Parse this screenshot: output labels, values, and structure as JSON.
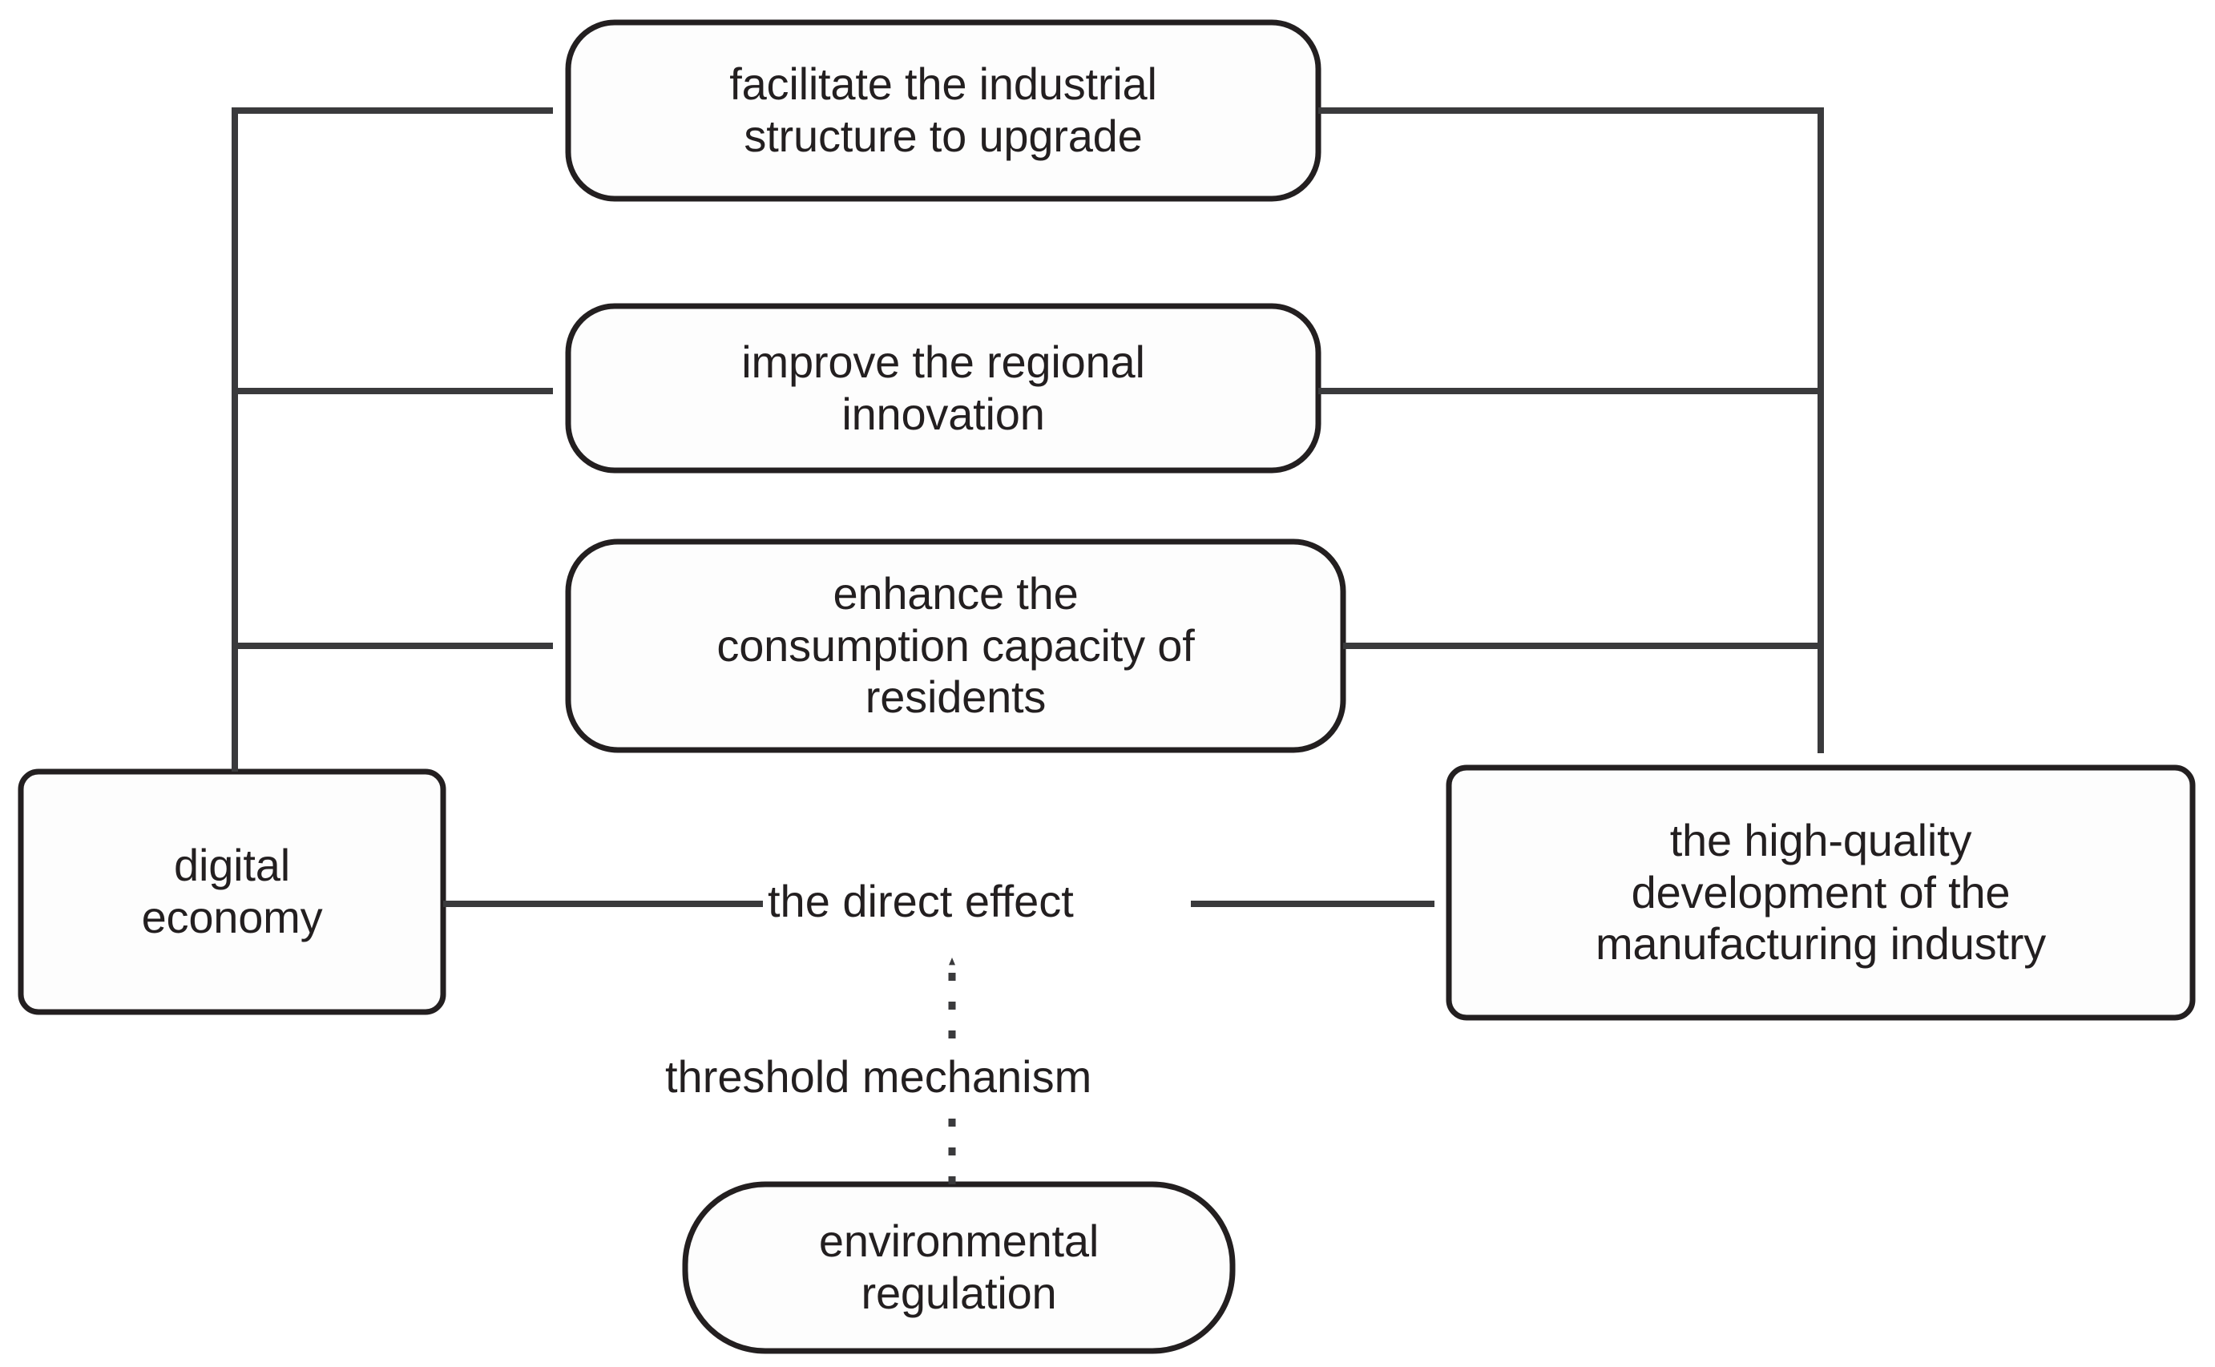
{
  "diagram": {
    "title": "digital economy impact mechanism on high-quality manufacturing development",
    "type": "flowchart",
    "background_color": "#ffffff",
    "stroke_color": "#231f20",
    "text_color": "#231f20",
    "nodes": [
      {
        "id": "mediator-1",
        "shape": "rounded-pill",
        "label": "facilitate the industrial\nstructure to upgrade",
        "line1": "facilitate the industrial",
        "line2": "structure to upgrade"
      },
      {
        "id": "mediator-2",
        "shape": "rounded-pill",
        "label": "improve the regional\ninnovation",
        "line1": "improve the regional",
        "line2": "innovation"
      },
      {
        "id": "mediator-3",
        "shape": "rounded-pill",
        "label": "enhance the\nconsumption capacity of\nresidents",
        "line1": "enhance the",
        "line2": "consumption capacity of",
        "line3": "residents"
      },
      {
        "id": "source",
        "shape": "rounded-rect",
        "label": "digital\neconomy",
        "line1": "digital",
        "line2": "economy"
      },
      {
        "id": "target",
        "shape": "rounded-rect",
        "label": "the high-quality\ndevelopment of the\nmanufacturing industry",
        "line1": "the high-quality",
        "line2": "development of the",
        "line3": "manufacturing industry"
      },
      {
        "id": "moderator",
        "shape": "rounded-pill",
        "label": "environmental\nregulation",
        "line1": "environmental",
        "line2": "regulation"
      }
    ],
    "edge_labels": [
      {
        "id": "direct-effect",
        "text": "the direct effect",
        "style": "solid"
      },
      {
        "id": "threshold-mechanism",
        "text": "threshold mechanism",
        "style": "dotted"
      }
    ],
    "edges": [
      {
        "from": "source",
        "to": "mediator-1",
        "style": "solid",
        "arrow": "end"
      },
      {
        "from": "source",
        "to": "mediator-2",
        "style": "solid",
        "arrow": "end"
      },
      {
        "from": "source",
        "to": "mediator-3",
        "style": "solid",
        "arrow": "end"
      },
      {
        "from": "mediator-1",
        "to": "target",
        "style": "solid",
        "arrow": "end"
      },
      {
        "from": "mediator-2",
        "to": "target",
        "style": "solid",
        "arrow": "end"
      },
      {
        "from": "mediator-3",
        "to": "target",
        "style": "solid",
        "arrow": "end"
      },
      {
        "from": "source",
        "to": "target",
        "style": "solid",
        "arrow": "end",
        "label": "the direct effect"
      },
      {
        "from": "moderator",
        "to": "direct-effect",
        "style": "dotted",
        "arrow": "end",
        "label": "threshold mechanism"
      }
    ]
  }
}
